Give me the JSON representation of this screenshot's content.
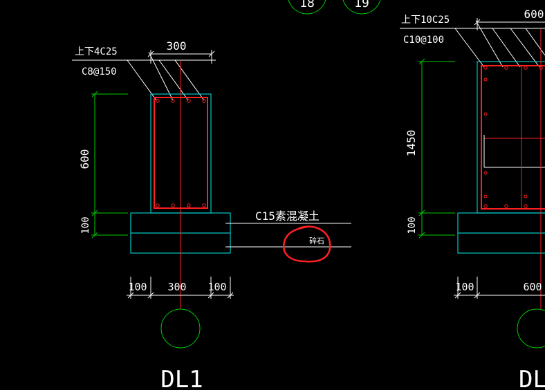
{
  "dl1": {
    "top_bar_label": "上下4C25",
    "stirrup_label": "C8@150",
    "dim_width": "300",
    "dim_height": "600",
    "dim_base_thickness": "100",
    "bottom_dims": [
      "100",
      "300",
      "100"
    ],
    "concrete_label": "C15素混凝土",
    "gravel_label": "碎石",
    "title": "DL1"
  },
  "dl2_partial": {
    "top_bar_label": "上下10C25",
    "stirrup_label": "C10@100",
    "dim_width": "600",
    "dim_height": "1450",
    "dim_base_thickness": "100",
    "bottom_dims": [
      "100",
      "600"
    ],
    "title_partial": "DL"
  },
  "axis_bubbles_top": [
    "18",
    "19"
  ],
  "colors": {
    "background": "#000000",
    "beam_outline": "#00c8c8",
    "rebar": "#ff2020",
    "dimension": "#00cc00",
    "text": "#ffffff",
    "markup_circle": "#ff2020"
  }
}
